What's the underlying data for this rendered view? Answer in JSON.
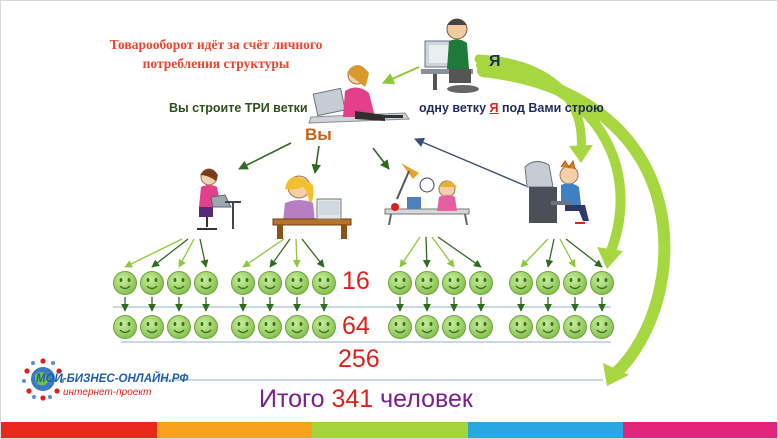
{
  "headline": {
    "line1": "Товарооборот  идёт за счёт личного",
    "line2": "потребления  структуры"
  },
  "label_three_branches": "Вы строите ТРИ ветки",
  "label_one_branch": {
    "before": "одну ветку ",
    "highlight": "Я",
    "after": " под Вами строю"
  },
  "label_you": "Вы",
  "label_me": "Я",
  "counts": {
    "level2": "16",
    "level3": "64",
    "level4": "256"
  },
  "total": {
    "before": "Итого ",
    "number": "341",
    "after": " человек"
  },
  "logo": {
    "title": "МОЙ-БИЗНЕС-ОНЛАЙН.РФ",
    "subtitle": "интернет-проект"
  },
  "colors": {
    "headline": "#e8452c",
    "accent_red": "#e0201a",
    "you_label": "#c8621a",
    "total_text": "#7a1f8f",
    "smiley": "#9bd16a",
    "big_arrow": "#9bd13a",
    "bar": [
      "#e8271d",
      "#f7a31b",
      "#a6d23a",
      "#29a8e0",
      "#e2237b"
    ]
  },
  "icons": [
    "computer-user-icon",
    "woman-at-laptop-icon",
    "smiley-face-icon",
    "logo-globe-icon"
  ]
}
